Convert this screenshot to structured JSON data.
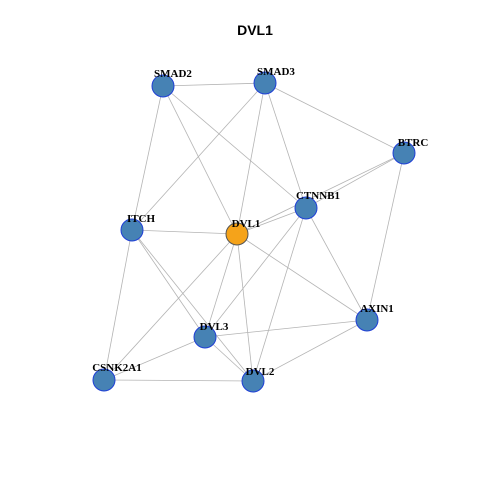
{
  "title": "DVL1",
  "colors": {
    "node_fill": "#4682b4",
    "node_border": "#1f3fd6",
    "hub_fill": "#f5a31a",
    "edge": "#b4b4b4"
  },
  "nodes": [
    {
      "id": "SMAD2",
      "label": "SMAD2"
    },
    {
      "id": "SMAD3",
      "label": "SMAD3"
    },
    {
      "id": "BTRC",
      "label": "BTRC"
    },
    {
      "id": "CTNNB1",
      "label": "CTNNB1"
    },
    {
      "id": "ITCH",
      "label": "ITCH"
    },
    {
      "id": "DVL1",
      "label": "DVL1",
      "hub": true
    },
    {
      "id": "AXIN1",
      "label": "AXIN1"
    },
    {
      "id": "DVL3",
      "label": "DVL3"
    },
    {
      "id": "CSNK2A1",
      "label": "CSNK2A1"
    },
    {
      "id": "DVL2",
      "label": "DVL2"
    }
  ],
  "edges": [
    [
      "SMAD2",
      "SMAD3"
    ],
    [
      "SMAD2",
      "ITCH"
    ],
    [
      "SMAD2",
      "DVL1"
    ],
    [
      "SMAD2",
      "CTNNB1"
    ],
    [
      "SMAD3",
      "ITCH"
    ],
    [
      "SMAD3",
      "DVL1"
    ],
    [
      "SMAD3",
      "CTNNB1"
    ],
    [
      "SMAD3",
      "BTRC"
    ],
    [
      "BTRC",
      "CTNNB1"
    ],
    [
      "BTRC",
      "DVL1"
    ],
    [
      "BTRC",
      "AXIN1"
    ],
    [
      "CTNNB1",
      "DVL1"
    ],
    [
      "CTNNB1",
      "AXIN1"
    ],
    [
      "CTNNB1",
      "DVL3"
    ],
    [
      "CTNNB1",
      "DVL2"
    ],
    [
      "ITCH",
      "DVL1"
    ],
    [
      "ITCH",
      "DVL3"
    ],
    [
      "ITCH",
      "DVL2"
    ],
    [
      "ITCH",
      "CSNK2A1"
    ],
    [
      "DVL1",
      "AXIN1"
    ],
    [
      "DVL1",
      "DVL3"
    ],
    [
      "DVL1",
      "DVL2"
    ],
    [
      "DVL1",
      "CSNK2A1"
    ],
    [
      "AXIN1",
      "DVL3"
    ],
    [
      "AXIN1",
      "DVL2"
    ],
    [
      "DVL3",
      "DVL2"
    ],
    [
      "DVL3",
      "CSNK2A1"
    ],
    [
      "CSNK2A1",
      "DVL2"
    ]
  ]
}
